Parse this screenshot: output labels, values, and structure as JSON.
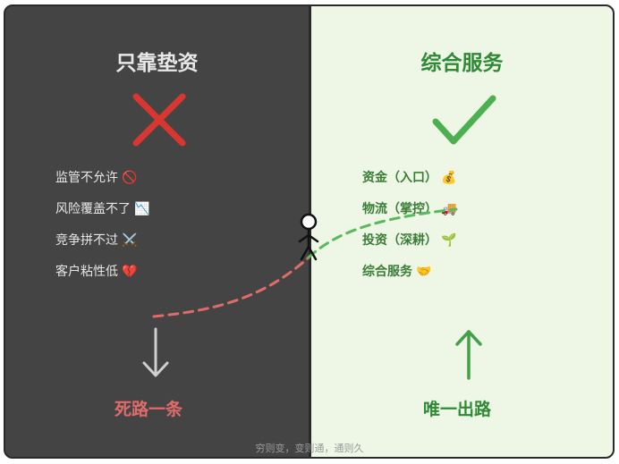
{
  "left": {
    "title": "只靠垫资",
    "mark_icon": "cross-icon",
    "items": [
      {
        "label": "监管不允许",
        "emoji": "🚫"
      },
      {
        "label": "风险覆盖不了",
        "emoji": "📉"
      },
      {
        "label": "竞争拼不过",
        "emoji": "⚔️"
      },
      {
        "label": "客户粘性低",
        "emoji": "💔"
      }
    ],
    "arrow_icon": "arrow-down-icon",
    "outcome": "死路一条",
    "color": "#e06b6b"
  },
  "right": {
    "title": "综合服务",
    "mark_icon": "check-icon",
    "items": [
      {
        "label": "资金（入口）",
        "emoji": "💰"
      },
      {
        "label": "物流（掌控）",
        "emoji": "🚚"
      },
      {
        "label": "投资（深耕）",
        "emoji": "🌱"
      },
      {
        "label": "综合服务",
        "emoji": "🤝"
      }
    ],
    "arrow_icon": "arrow-up-icon",
    "outcome": "唯一出路",
    "color": "#4caf50"
  },
  "caption": "穷则变，变则通，通则久"
}
